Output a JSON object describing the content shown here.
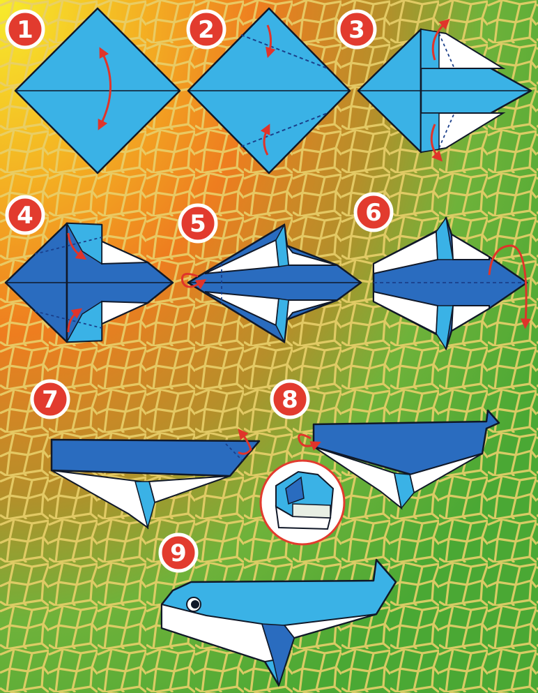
{
  "steps": [
    {
      "number": "1"
    },
    {
      "number": "2"
    },
    {
      "number": "3"
    },
    {
      "number": "4"
    },
    {
      "number": "5"
    },
    {
      "number": "6"
    },
    {
      "number": "7"
    },
    {
      "number": "8"
    },
    {
      "number": "9"
    }
  ],
  "colors": {
    "light_blue": "#3ab2e6",
    "dark_blue": "#2a6cbf",
    "white_paper": "#ffffff",
    "outline": "#101828",
    "arrow_red": "#e0342a",
    "badge_red": "#e23b2e",
    "mosaic_lines": "#e8cf6a",
    "bg_yellow": "#f6e22a",
    "bg_orange": "#f08a1e",
    "bg_green": "#5fb83a"
  }
}
